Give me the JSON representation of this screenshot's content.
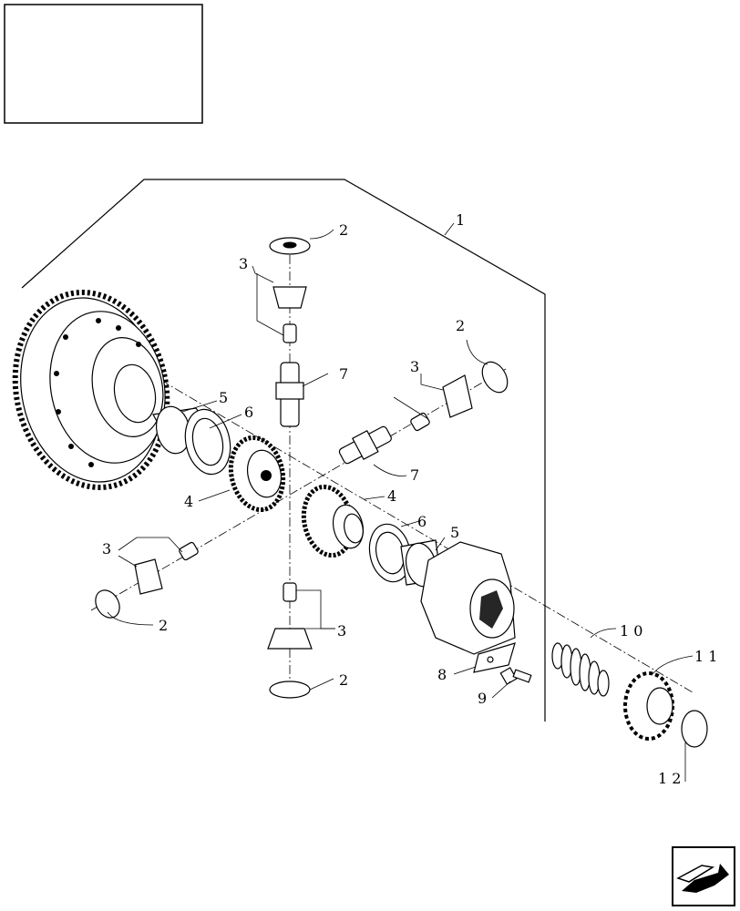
{
  "callouts": {
    "c1": "1",
    "c2a": "2",
    "c2b": "2",
    "c2c": "2",
    "c2d": "2",
    "c3a": "3",
    "c3b": "3",
    "c3c": "3",
    "c3d": "3",
    "c4a": "4",
    "c4b": "4",
    "c5a": "5",
    "c5b": "5",
    "c6a": "6",
    "c6b": "6",
    "c7a": "7",
    "c7b": "7",
    "c8": "8",
    "c9": "9",
    "c10": "1 0",
    "c11": "1 1",
    "c12": "1 2"
  },
  "icons": {
    "title_box": "empty-title-frame",
    "nav": "arrow-nav-icon"
  }
}
